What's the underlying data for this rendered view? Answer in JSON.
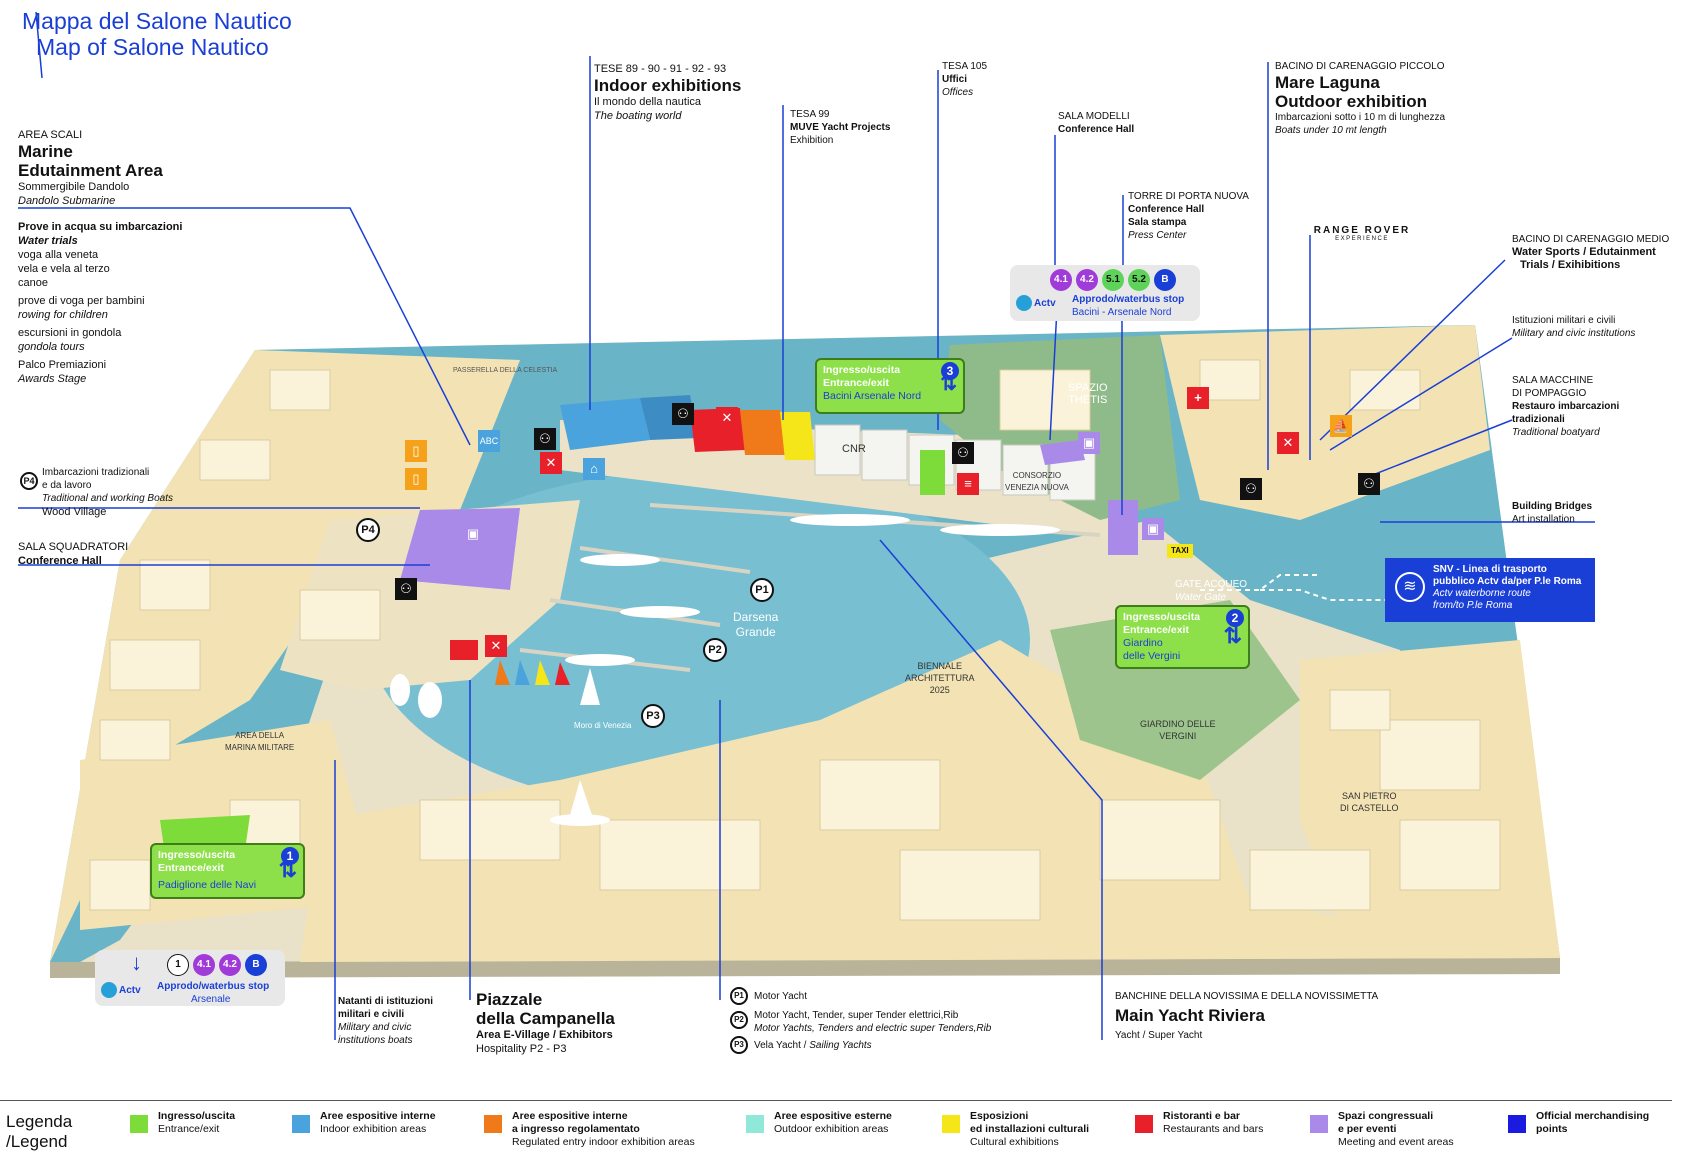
{
  "title": {
    "line1": "Mappa del Salone Nautico",
    "line2": "Map of Salone Nautico"
  },
  "labels": {
    "area_scali": {
      "small": "AREA SCALI",
      "big1": "Marine",
      "big2": "Edutainment Area",
      "l1": "Sommergibile Dandolo",
      "l2": "Dandolo Submarine"
    },
    "prove": {
      "b1": "Prove in acqua su imbarcazioni",
      "i1": "Water trials",
      "t1": "voga alla veneta",
      "t2": "vela e vela al terzo",
      "t3": "canoe",
      "t4": "prove di voga per bambini",
      "i4": "rowing for children",
      "t5": "escursioni in gondola",
      "i5": "gondola tours",
      "t6": "Palco Premiazioni",
      "i6": "Awards Stage"
    },
    "tese": {
      "small": "TESE 89 - 90 - 91 - 92 - 93",
      "big": "Indoor exhibitions",
      "l1": "Il mondo della nautica",
      "l2": "The boating world"
    },
    "tesa99": {
      "small": "TESA 99",
      "b": "MUVE Yacht Projects",
      "l": "Exhibition"
    },
    "tesa105": {
      "small": "TESA 105",
      "b": "Uffici",
      "i": "Offices"
    },
    "sala_modelli": {
      "small": "SALA MODELLI",
      "b": "Conference Hall"
    },
    "torre": {
      "small": "TORRE DI PORTA NUOVA",
      "b1": "Conference Hall",
      "b2": "Sala stampa",
      "i": "Press Center"
    },
    "mare_laguna": {
      "small": "BACINO DI CARENAGGIO PICCOLO",
      "big1": "Mare Laguna",
      "big2": "Outdoor exhibition",
      "l1": "Imbarcazioni sotto i 10 m di lunghezza",
      "l2": "Boats under 10 mt length"
    },
    "range_rover": {
      "t1": "RANGE ROVER",
      "t2": "EXPERIENCE"
    },
    "bacino_medio": {
      "small": "BACINO DI CARENAGGIO MEDIO",
      "b1": "Water Sports / Edutainment",
      "b2": "Trials / Exihibitions"
    },
    "istituzioni": {
      "l": "Istituzioni militari e civili",
      "i": "Military and civic institutions"
    },
    "sala_macchine": {
      "s1": "SALA MACCHINE",
      "s2": "DI POMPAGGIO",
      "b1": "Restauro imbarcazioni",
      "b2": "tradizionali",
      "i": "Traditional boatyard"
    },
    "building_bridges": {
      "b": "Building Bridges",
      "l": "Art installation"
    },
    "snv": {
      "b1": "SNV - Linea di trasporto",
      "b2": "pubblico Actv da/per P.le Roma",
      "i1": "Actv waterborne route",
      "i2": "from/to P.le Roma"
    },
    "gate_acqueo": {
      "s": "GATE ACQUEO",
      "i": "Water Gate"
    },
    "tradizionali": {
      "l1": "Imbarcazioni tradizionali",
      "l2": "e da lavoro",
      "i": "Traditional and working Boats",
      "l3": "Wood Village"
    },
    "squadratori": {
      "small": "SALA SQUADRATORI",
      "b": "Conference Hall"
    },
    "natanti": {
      "b1": "Natanti di istituzioni",
      "b2": "militari e civili",
      "i1": "Military and civic",
      "i2": "institutions boats"
    },
    "piazzale": {
      "big1": "Piazzale",
      "big2": "della Campanella",
      "b": "Area E-Village / Exhibitors",
      "l": "Hospitality P2 - P3"
    },
    "pkey": {
      "p1": "Motor Yacht",
      "p2a": "Motor Yacht, Tender, super Tender elettrici,Rib",
      "p2b": "Motor Yachts, Tenders and electric super Tenders,Rib",
      "p3a": "Vela Yacht / ",
      "p3b": "Sailing Yachts"
    },
    "banchine": {
      "small": "BANCHINE DELLA NOVISSIMA E DELLA NOVISSIMETTA",
      "big": "Main Yacht Riviera",
      "l": "Yacht / Super Yacht"
    }
  },
  "entrances": [
    {
      "n": "3",
      "it": "Ingresso/uscita",
      "en": "Entrance/exit",
      "place": "Bacini Arsenale Nord"
    },
    {
      "n": "2",
      "it": "Ingresso/uscita",
      "en": "Entrance/exit",
      "place1": "Giardino",
      "place2": "delle Vergini"
    },
    {
      "n": "1",
      "it": "Ingresso/uscita",
      "en": "Entrance/exit",
      "place": "Padiglione delle Navi"
    }
  ],
  "stops": {
    "nord": {
      "lines": [
        "4.1",
        "4.2",
        "5.1",
        "5.2",
        "B"
      ],
      "brand": "Actv",
      "t1": "Approdo/waterbus stop",
      "t2": "Bacini - Arsenale Nord"
    },
    "arsenale": {
      "lines": [
        "1",
        "4.1",
        "4.2",
        "B"
      ],
      "brand": "Actv",
      "t1": "Approdo/waterbus stop",
      "t2": "Arsenale"
    }
  },
  "map_labels": {
    "passerella": "PASSERELLA DELLA CELESTIA",
    "cnr": "CNR",
    "spazio1": "SPAZIO",
    "spazio2": "THETIS",
    "consorzio1": "CONSORZIO",
    "consorzio2": "VENEZIA NUOVA",
    "darsena1": "Darsena",
    "darsena2": "Grande",
    "biennale1": "BIENNALE",
    "biennale2": "ARCHITETTURA",
    "biennale3": "2025",
    "giardino1": "GIARDINO DELLE",
    "giardino2": "VERGINI",
    "marina1": "AREA DELLA",
    "marina2": "MARINA MILITARE",
    "sanpietro1": "SAN PIETRO",
    "sanpietro2": "DI CASTELLO",
    "moro": "Moro di Venezia",
    "taxi": "TAXI",
    "p1": "P1",
    "p2": "P2",
    "p3": "P3",
    "p4": "P4"
  },
  "legend": {
    "title1": "Legenda",
    "title2": "/Legend",
    "items": [
      {
        "b": "Ingresso/uscita",
        "l": "Entrance/exit",
        "color": "#7ddc3a"
      },
      {
        "b": "Aree espositive interne",
        "l": "Indoor exhibition areas",
        "color": "#4aa3dc"
      },
      {
        "b": "Aree espositive interne",
        "b2": "a ingresso regolamentato",
        "l": "Regulated entry indoor exhibition areas",
        "color": "#f07a1a"
      },
      {
        "b": "Aree espositive esterne",
        "l": "Outdoor exhibition areas",
        "color": "#8fe8d8"
      },
      {
        "b": "Esposizioni",
        "b2": "ed installazioni culturali",
        "l": "Cultural exhibitions",
        "color": "#f5e61a"
      },
      {
        "b": "Ristoranti e bar",
        "l": "Restaurants and bars",
        "color": "#e8202a"
      },
      {
        "b": "Spazi congressuali",
        "b2": "e per eventi",
        "l": "Meeting and event areas",
        "color": "#a98ae8"
      },
      {
        "b": "Official merchandising",
        "b2": "points",
        "l": "",
        "color": "#1a1ae0"
      }
    ]
  },
  "colors": {
    "accent": "#1a3fd6",
    "water": "#6ab4c8",
    "land": "#f3e3b4",
    "green": "#8de04a"
  }
}
